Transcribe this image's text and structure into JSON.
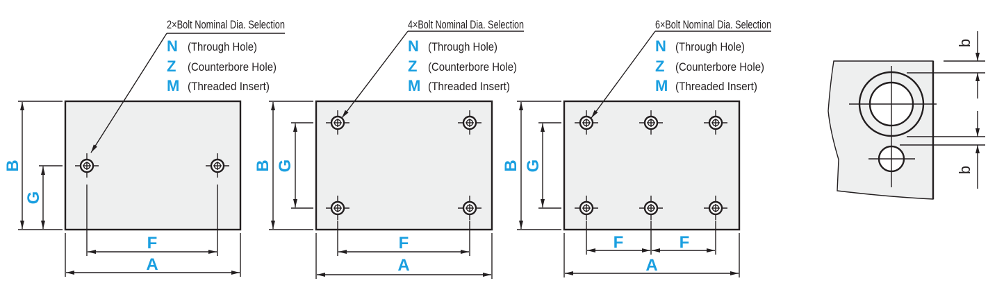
{
  "colors": {
    "accent": "#1a9fe0",
    "line": "#231f20",
    "plate": "#eeefef"
  },
  "panels": [
    {
      "callout": "2×Bolt Nominal Dia. Selection",
      "options": [
        {
          "code": "N",
          "desc": "(Through Hole)"
        },
        {
          "code": "Z",
          "desc": "(Counterbore Hole)"
        },
        {
          "code": "M",
          "desc": "(Threaded Insert)"
        }
      ],
      "labels": {
        "A": "A",
        "B": "B",
        "F": "F",
        "G": "G"
      }
    },
    {
      "callout": "4×Bolt Nominal Dia. Selection",
      "options": [
        {
          "code": "N",
          "desc": "(Through Hole)"
        },
        {
          "code": "Z",
          "desc": "(Counterbore Hole)"
        },
        {
          "code": "M",
          "desc": "(Threaded Insert)"
        }
      ],
      "labels": {
        "A": "A",
        "B": "B",
        "F": "F",
        "G": "G"
      }
    },
    {
      "callout": "6×Bolt Nominal Dia. Selection",
      "options": [
        {
          "code": "N",
          "desc": "(Through Hole)"
        },
        {
          "code": "Z",
          "desc": "(Counterbore Hole)"
        },
        {
          "code": "M",
          "desc": "(Threaded Insert)"
        }
      ],
      "labels": {
        "A": "A",
        "B": "B",
        "F1": "F",
        "F2": "F",
        "G": "G"
      }
    }
  ],
  "detail": {
    "b_top": "b",
    "b_bottom": "b"
  }
}
